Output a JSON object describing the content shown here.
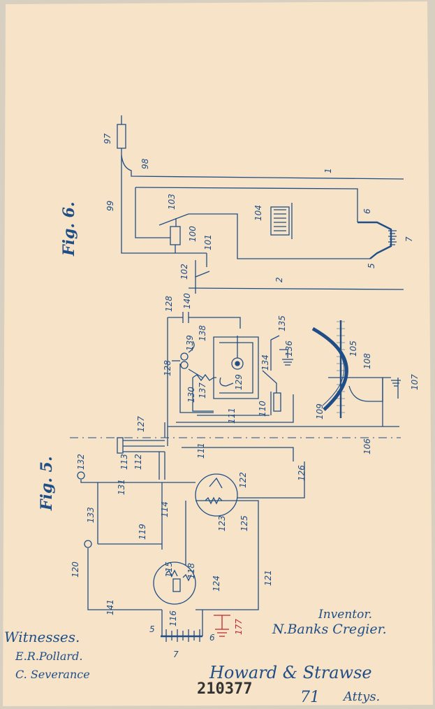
{
  "colors": {
    "paper": "#f6e3c8",
    "ink": "#1f4e86",
    "red_ink": "#c0272d",
    "stamp": "#333333"
  },
  "figures": {
    "fig6": "Fig. 6.",
    "fig5": "Fig. 5."
  },
  "refs": {
    "r97": "97",
    "r98": "98",
    "r99": "99",
    "r1": "1",
    "r103": "103",
    "r104": "104",
    "r100": "100",
    "r101": "101",
    "r6a": "6",
    "r7a": "7",
    "r5a": "5",
    "r102": "102",
    "r2": "2",
    "r128": "128",
    "r140": "140",
    "r139": "139",
    "r138": "138",
    "r135": "135",
    "r136": "136",
    "r128b": "128",
    "r134": "134",
    "r129": "129",
    "r130": "130",
    "r137": "137",
    "r110": "110",
    "r105": "105",
    "r108": "108",
    "r107": "107",
    "r111": "111",
    "r109": "109",
    "r106": "106",
    "r127": "127",
    "r113": "113",
    "r112": "112",
    "r111b": "111",
    "r126": "126",
    "r132": "132",
    "r131": "131",
    "r122": "122",
    "r133": "133",
    "r114": "114",
    "r119": "119",
    "r123": "123",
    "r125": "125",
    "r120": "120",
    "r115": "115",
    "r118": "118",
    "r124": "124",
    "r121": "121",
    "r141": "141",
    "r116": "116",
    "r5b": "5",
    "r6b": "6",
    "r177": "177",
    "r7b": "7"
  },
  "inventor": {
    "heading": "Inventor.",
    "name": "N.Banks Cregier."
  },
  "witnesses": {
    "heading": "Witnesses.",
    "w1": "E.R.Pollard.",
    "w2": "C. Severance"
  },
  "attorney": {
    "signature": "Howard & Strawse",
    "heading": "Attys."
  },
  "patent_number": "210377",
  "margin_mark": "71"
}
